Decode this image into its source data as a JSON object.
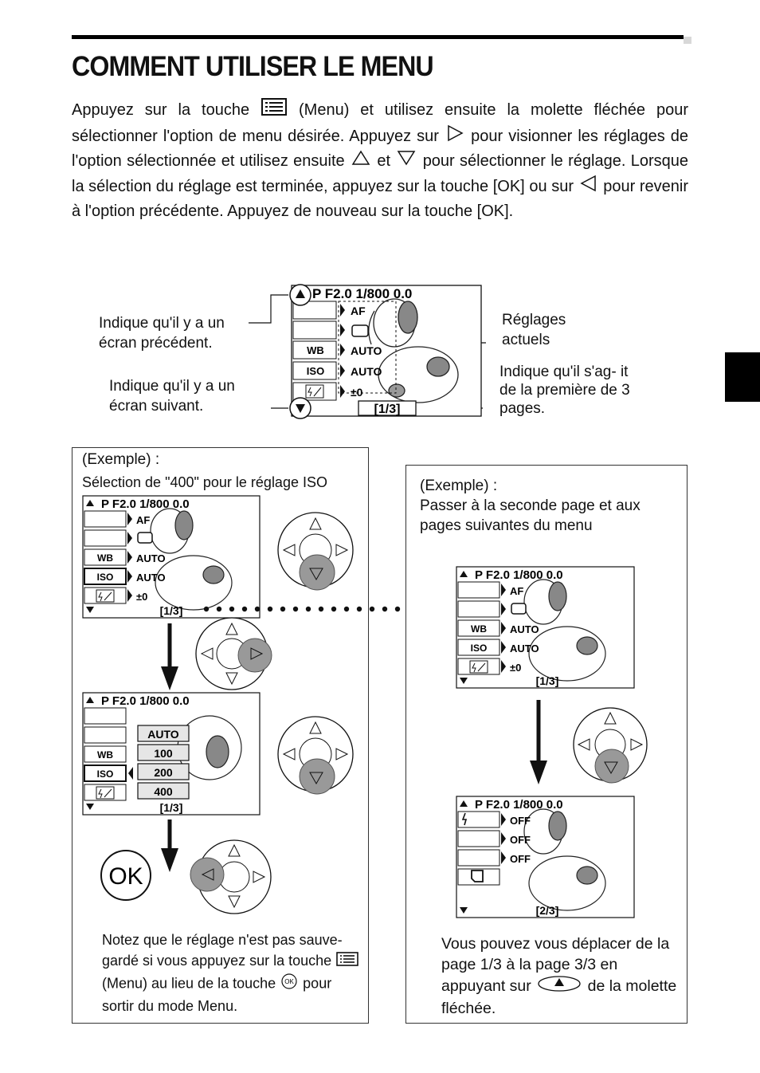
{
  "title": "COMMENT UTILISER LE MENU",
  "intro": {
    "p1": "Appuyez sur la touche",
    "p2": "(Menu) et utilisez ensuite la molette fléchée pour sélectionner l'option de menu désirée. Appuyez sur",
    "p3": "pour visionner les réglages de l'option sélectionnée et utilisez ensuite",
    "p4": "et",
    "p5": "pour sélectionner le réglage. Lorsque la sélection du réglage est terminée, appuyez sur la touche [OK] ou sur",
    "p6": "pour revenir à l'option précédente. Appuyez de nouveau sur la touche [OK]."
  },
  "screen": {
    "header": "P F2.0  1/800   0.0",
    "row_af": "AF",
    "row_wb": "WB",
    "row_iso": "ISO",
    "val_auto": "AUTO",
    "val_ev": "±0",
    "page1": "[1/3]",
    "page2": "[2/3]",
    "iso_options": [
      "AUTO",
      "100",
      "200",
      "400"
    ],
    "page2_values": [
      "OFF",
      "OFF",
      "OFF"
    ]
  },
  "callouts": {
    "prev": "Indique qu'il y a un écran précédent.",
    "next": "Indique qu'il y a un écran suivant.",
    "current": "Réglages actuels",
    "page": "Indique qu'il s'ag- it de la première de 3 pages."
  },
  "example1": {
    "heading": "(Exemple) :",
    "desc": "Sélection de \"400\" pour le réglage ISO",
    "ok_label": "OK",
    "note_a": "Notez que le réglage n'est pas sauve- gardé si vous appuyez sur la touche",
    "note_b": "(Menu) au lieu de la touche",
    "note_c": "pour sortir du mode Menu.",
    "ok_small": "OK"
  },
  "example2": {
    "heading": "(Exemple) :",
    "desc": "Passer à la seconde page et aux pages suivantes du menu",
    "note_a": "Vous pouvez vous déplacer de la page 1/3 à la page 3/3 en appuyant sur",
    "note_b": "de la molette fléchée."
  }
}
